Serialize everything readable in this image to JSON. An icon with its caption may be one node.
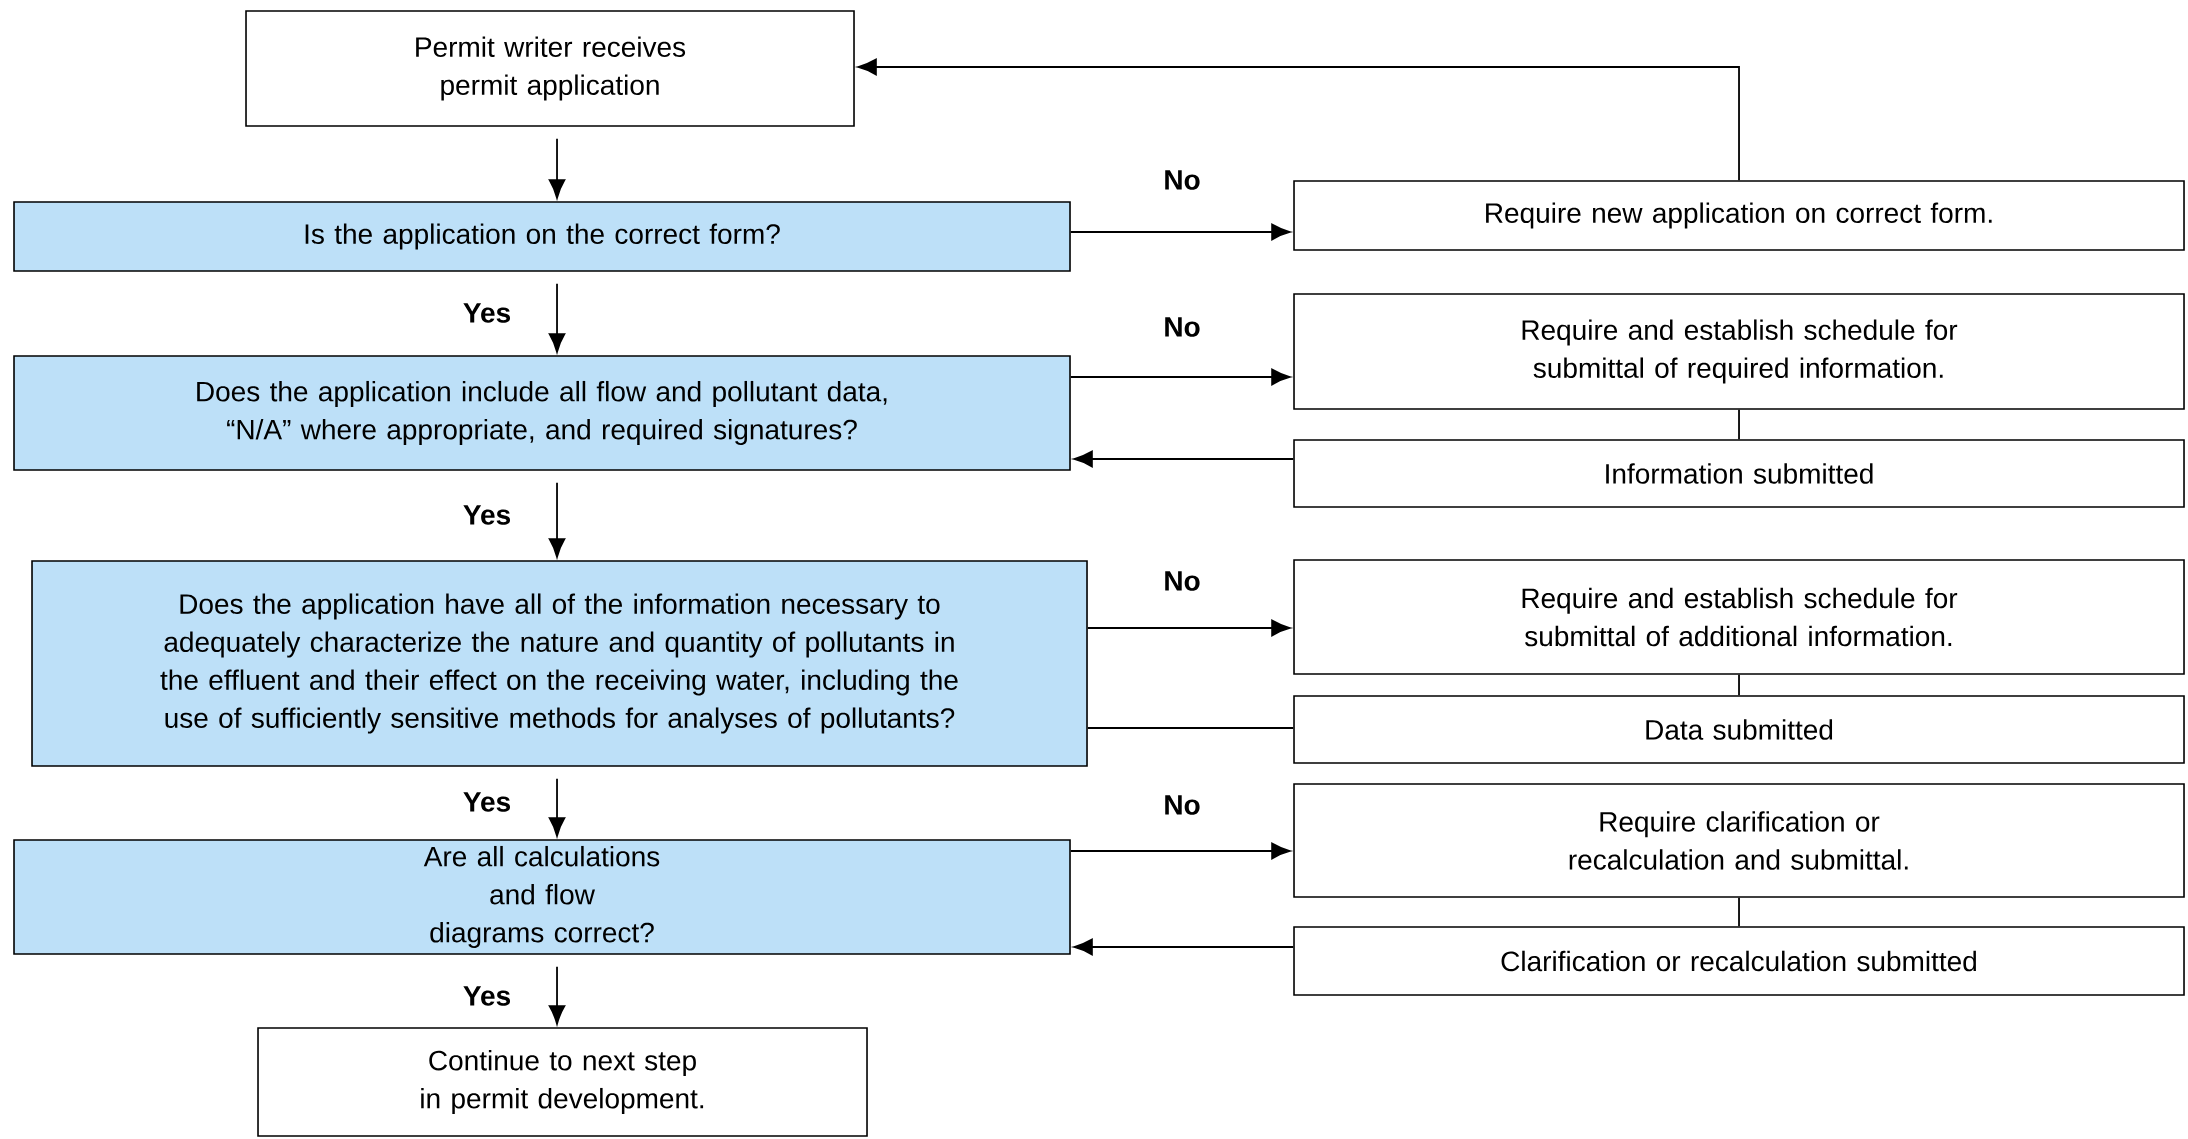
{
  "diagram": {
    "nodes": [
      {
        "text": [
          "Permit writer receives permit application"
        ]
      },
      {
        "text": [
          "Is the application on the correct form?"
        ]
      },
      {
        "text": [
          "Require new application on correct form."
        ]
      },
      {
        "text": [
          "Does the application include all flow and pollutant data, “N/A” where appropriate, and required signatures?"
        ]
      },
      {
        "text": [
          "Require and establish schedule for submittal of required information."
        ]
      },
      {
        "text": [
          "Information submitted"
        ]
      },
      {
        "text": [
          "Does the application have all of the information necessary to adequately characterize the nature and quantity of pollutants in the effluent and their effect on the receiving water, including the use of sufficiently sensitive methods for analyses of pollutants?"
        ]
      },
      {
        "text": [
          "Require and establish schedule for submittal of additional information."
        ]
      },
      {
        "text": [
          "Data submitted"
        ]
      },
      {
        "text": [
          "Are all calculations and flow diagrams correct?"
        ]
      },
      {
        "text": [
          "Require clarification or recalculation and submittal."
        ]
      },
      {
        "text": [
          "Clarification or recalculation submitted"
        ]
      },
      {
        "text": [
          "Continue to next step in permit development."
        ]
      }
    ],
    "edges": [
      {
        "from": 0,
        "to": 1,
        "arrow": "to"
      },
      {
        "from": 1,
        "to": 3,
        "arrow": "to",
        "label": "Yes"
      },
      {
        "from": 3,
        "to": 6,
        "arrow": "to",
        "label": "Yes"
      },
      {
        "from": 6,
        "to": 9,
        "arrow": "to",
        "label": "Yes"
      },
      {
        "from": 9,
        "to": 12,
        "arrow": "to",
        "label": "Yes"
      },
      {
        "from": 1,
        "to": 2,
        "arrow": "to",
        "label": "No"
      },
      {
        "from": 2,
        "to": 0,
        "arrow": "to"
      },
      {
        "from": 3,
        "to": 4,
        "arrow": "to",
        "label": "No"
      },
      {
        "from": 4,
        "to": 5,
        "arrow": "none"
      },
      {
        "from": 5,
        "to": 3,
        "arrow": "to"
      },
      {
        "from": 6,
        "to": 7,
        "arrow": "to",
        "label": "No"
      },
      {
        "from": 7,
        "to": 8,
        "arrow": "none"
      },
      {
        "from": 8,
        "to": 6,
        "arrow": "none"
      },
      {
        "from": 9,
        "to": 10,
        "arrow": "to",
        "label": "No"
      },
      {
        "from": 10,
        "to": 11,
        "arrow": "none"
      },
      {
        "from": 11,
        "to": 9,
        "arrow": "to"
      }
    ]
  }
}
